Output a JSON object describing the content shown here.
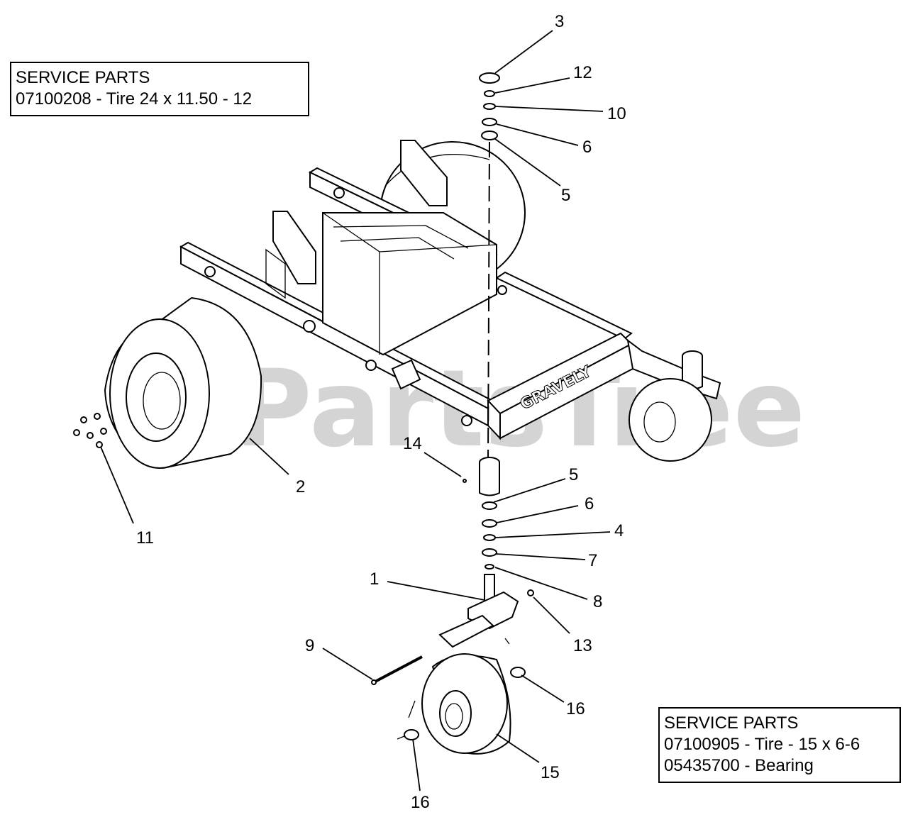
{
  "service_parts_rear": {
    "heading": "SERVICE PARTS",
    "items": [
      "07100208 - Tire  24 x 11.50 - 12"
    ]
  },
  "service_parts_front": {
    "heading": "SERVICE PARTS",
    "items": [
      "07100905 - Tire - 15 x 6-6",
      "05435700 - Bearing"
    ]
  },
  "watermark": "PartsTree",
  "brand_text": "GRAVELY",
  "callouts": {
    "c3": "3",
    "c12": "12",
    "c10": "10",
    "c6_top": "6",
    "c5_top": "5",
    "c2": "2",
    "c11": "11",
    "c14": "14",
    "c5_bottom": "5",
    "c6_bottom": "6",
    "c4": "4",
    "c7": "7",
    "c1": "1",
    "c8": "8",
    "c13": "13",
    "c9": "9",
    "c16_right": "16",
    "c15": "15",
    "c16_bottom": "16"
  }
}
